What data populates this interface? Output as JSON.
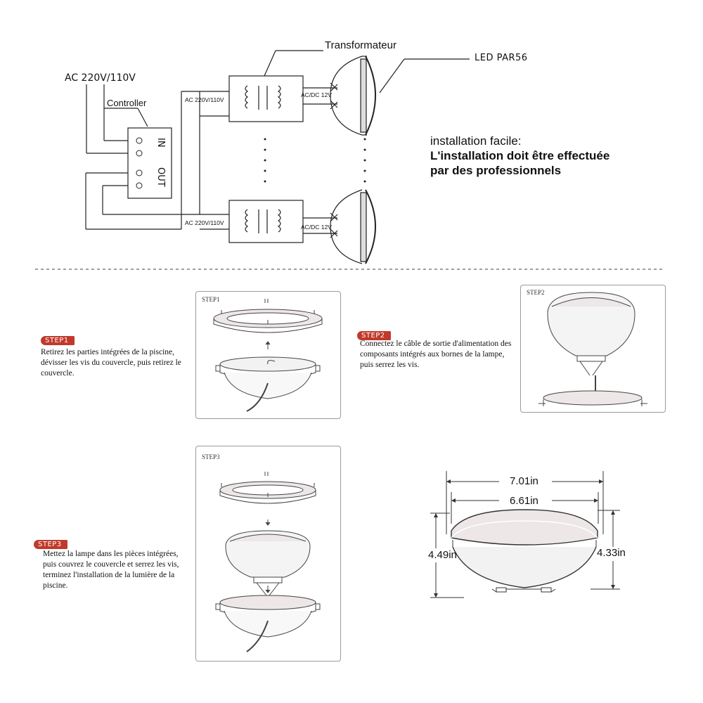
{
  "wiring": {
    "transformer_label": "Transformateur",
    "led_label": "LED PAR56",
    "ac_input_label": "AC 220V/110V",
    "controller_label": "Controller",
    "in_label": "IN",
    "out_label": "OUT",
    "transformer_input_label": "AC 220V/110V",
    "transformer_output_label": "AC/DC 12V"
  },
  "install_note": {
    "line1": "installation facile:",
    "line2": "L'installation doit être effectuée",
    "line3": "par des professionnels"
  },
  "steps": [
    {
      "badge": "STEP1",
      "panel_title": "STEP1",
      "text": "Retirez les parties intégrées de la piscine, dévisser les vis du couvercle, puis retirez le couvercle."
    },
    {
      "badge": "STEP2",
      "panel_title": "STEP2",
      "text": "Connectez le câble de sortie d'alimentation des composants intégrés aux bornes de la lampe, puis serrez les vis."
    },
    {
      "badge": "STEP3",
      "panel_title": "STEP3",
      "text": "Mettez la lampe dans les pièces intégrées, puis couvrez le couvercle et serrez les vis, terminez l'installation de la lumière de la piscine."
    }
  ],
  "dimensions": {
    "outer_width": "7.01in",
    "inner_width": "6.61in",
    "left_height": "4.49in",
    "right_height": "4.33in"
  },
  "colors": {
    "badge": "#c0392b",
    "line": "#222222",
    "lamp_fill": "#ede7e7"
  }
}
